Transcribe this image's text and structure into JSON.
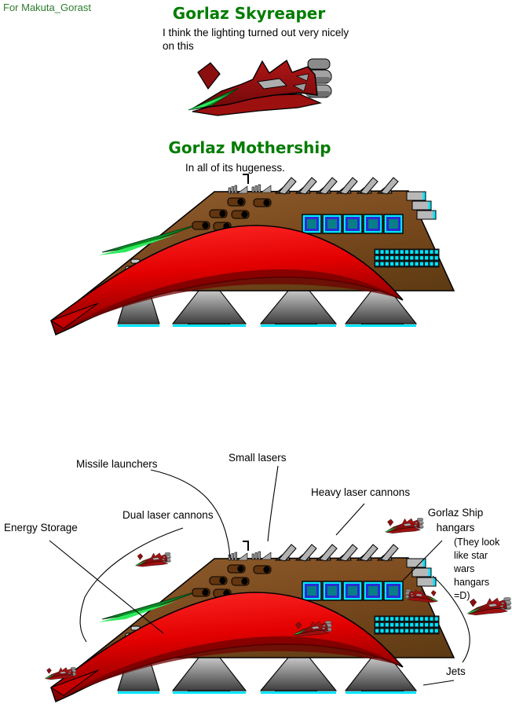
{
  "dedication": "For Makuta_Gorast",
  "sections": {
    "skyreaper": {
      "title": "Gorlaz Skyreaper",
      "caption": "I think the lighting turned out very nicely on this"
    },
    "mothership": {
      "title": "Gorlaz Mothership",
      "caption": "In all of its hugeness."
    }
  },
  "annotations": {
    "missile_launchers": "Missile launchers",
    "small_lasers": "Small lasers",
    "heavy_laser_cannons": "Heavy laser cannons",
    "ship_hangars": "Gorlaz Ship hangars",
    "hangars_note": "(They look like star wars hangars =D)",
    "energy_storage": "Energy Storage",
    "dual_laser_cannons": "Dual laser cannons",
    "jets": "Jets"
  },
  "colors": {
    "heading_green": "#007c00",
    "dedication_green": "#2e7d2e",
    "label_black": "#000000",
    "hull_brown": "#7b4a1e",
    "wing_red": "#e30000",
    "wing_dark_red": "#5c0000",
    "cockpit_green": "#2ee95c",
    "metal_gray": "#a2a2a2",
    "hangar_cyan": "#00e5ff",
    "hangar_blue": "#2a2ad4",
    "hangar_teal": "#087f86",
    "background": "#ffffff"
  }
}
